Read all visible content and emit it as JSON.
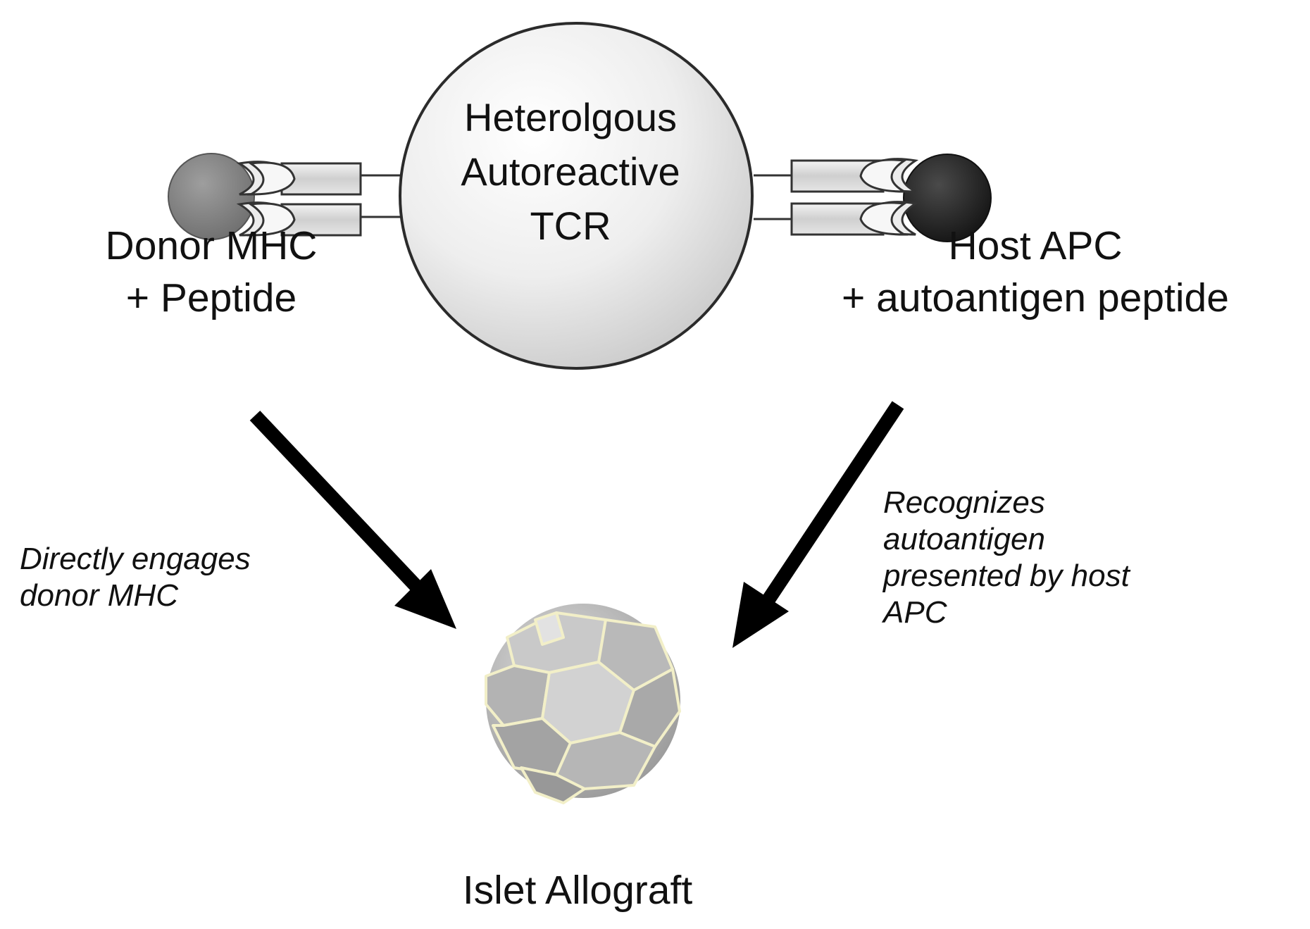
{
  "tcr": {
    "line1": "Heterolgous",
    "line2": "Autoreactive",
    "line3": "TCR"
  },
  "donor": {
    "line1": "Donor MHC",
    "line2": "+ Peptide"
  },
  "host": {
    "line1": "Host APC",
    "line2": "+ autoantigen peptide"
  },
  "left_arrow_label": {
    "line1": "Directly engages",
    "line2": "donor MHC"
  },
  "right_arrow_label": {
    "line1": "Recognizes",
    "line2": "autoantigen",
    "line3": "presented by host",
    "line4": "APC"
  },
  "target": {
    "label": "Islet Allograft"
  },
  "colors": {
    "donor_cell": "#858585",
    "host_cell": "#2b2b2b",
    "tcr_circle": "#e6e6e6",
    "arrow": "#000000",
    "islet_cell": "#bdbdbd",
    "islet_border": "#f2efc8"
  }
}
